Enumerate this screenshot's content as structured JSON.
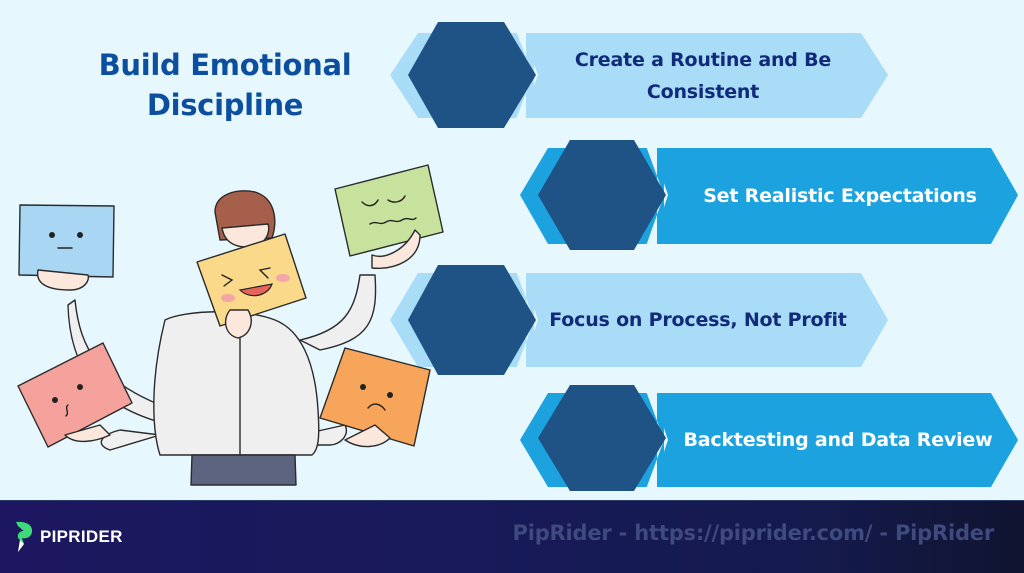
{
  "title": {
    "line1": "Build Emotional",
    "line2": "Discipline",
    "color": "#0d4f9f"
  },
  "steps": [
    {
      "label": "Create a Routine and Be Consistent",
      "style": "light",
      "banner_color": "#a8dcf7",
      "hex_color": "#1f5385"
    },
    {
      "label": "Set Realistic Expectations",
      "style": "dark",
      "banner_color": "#1ca2de",
      "hex_color": "#1f5385"
    },
    {
      "label": "Focus on Process, Not Profit",
      "style": "light",
      "banner_color": "#a8dcf7",
      "hex_color": "#1f5385"
    },
    {
      "label": "Backtesting and Data Review",
      "style": "dark",
      "banner_color": "#1ca2de",
      "hex_color": "#1f5385"
    }
  ],
  "illustration": {
    "description": "Man holding emotion face cards",
    "cards": [
      "neutral-face",
      "laughing-face",
      "anxious-face",
      "shy-face",
      "sad-face"
    ]
  },
  "footer": {
    "brand": "PIPRIDER",
    "logo_icon": "piprider-logo-icon",
    "watermark": "PipRider - https://piprider.com/ - PipRider"
  }
}
